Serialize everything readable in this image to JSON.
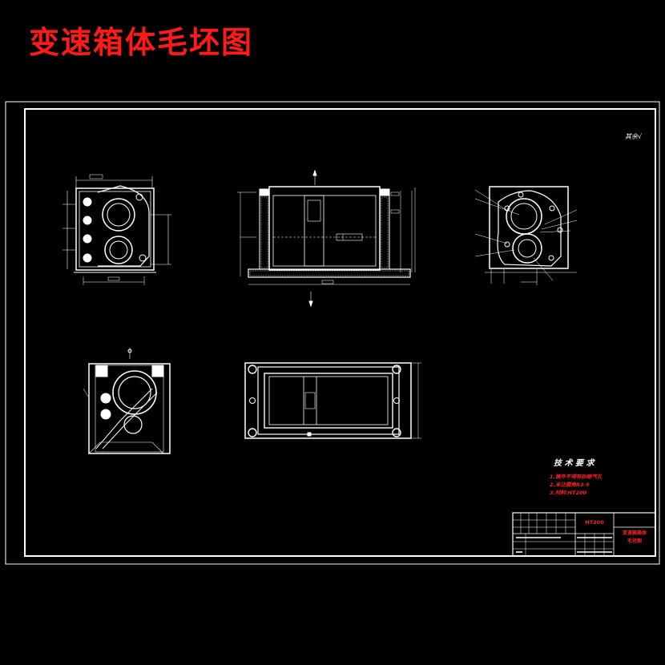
{
  "title": "变速箱体毛坯图",
  "colors": {
    "line": "#ffffff",
    "accent": "#ff2020",
    "background": "#000000"
  },
  "roughness_note": "其余√",
  "tech_requirements": {
    "heading": "技 术 要 求",
    "items": [
      "1.铸件不得有砂眼气孔",
      "2.未注圆角R3-5",
      "3.材料:HT200"
    ]
  },
  "title_block": {
    "material": "HT200",
    "drawing_name_line1": "变速箱箱体",
    "drawing_name_line2": "毛坯图"
  }
}
